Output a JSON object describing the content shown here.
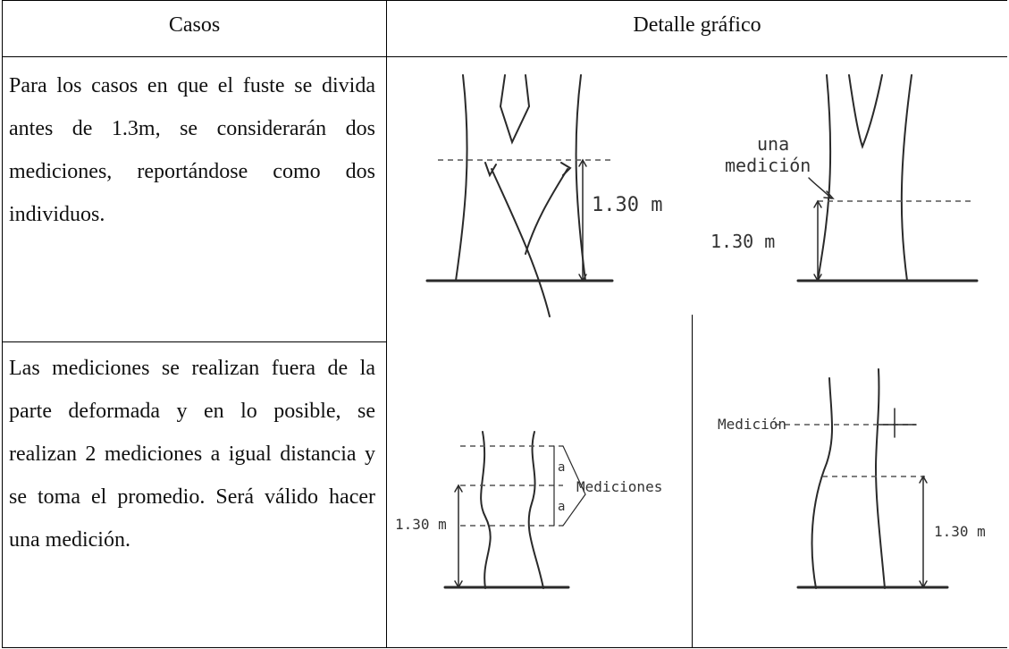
{
  "table": {
    "headers": [
      "Casos",
      "Detalle gráfico"
    ],
    "rows": [
      {
        "case_text": "Para los casos en que el fuste se divida antes de 1.3m, se considerarán dos mediciones, reportándose como dos individuos."
      },
      {
        "case_text": "Las mediciones se realizan fuera de la parte deformada y en lo posible, se realizan 2 mediciones a igual distancia y se toma el promedio. Será válido hacer una medición."
      }
    ]
  },
  "figures": {
    "fig1": {
      "height_label": "1.30 m"
    },
    "fig2": {
      "top_label_1": "una",
      "top_label_2": "medición",
      "height_label": "1.30 m"
    },
    "fig3": {
      "a_label_1": "a",
      "a_label_2": "a",
      "mediciones_label": "Mediciones",
      "height_label": "1.30 m"
    },
    "fig4": {
      "medicion_label": "Medición",
      "height_label": "1.30 m"
    }
  }
}
